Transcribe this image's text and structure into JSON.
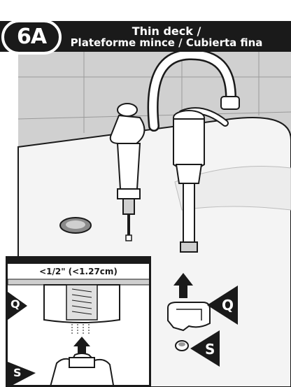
{
  "step": {
    "badge": "6A",
    "title_line1": "Thin deck /",
    "title_line2": "Plateforme mince / Cubierta fina"
  },
  "inset": {
    "dimension_label": "<1/2\" (<1.27cm)"
  },
  "callouts": {
    "q_main": "Q",
    "s_main": "S",
    "q_inset": "Q",
    "s_inset": "S"
  },
  "colors": {
    "dark": "#1a1a1a",
    "panel": "#d0d0d0",
    "wall": "#e2e2e2"
  }
}
